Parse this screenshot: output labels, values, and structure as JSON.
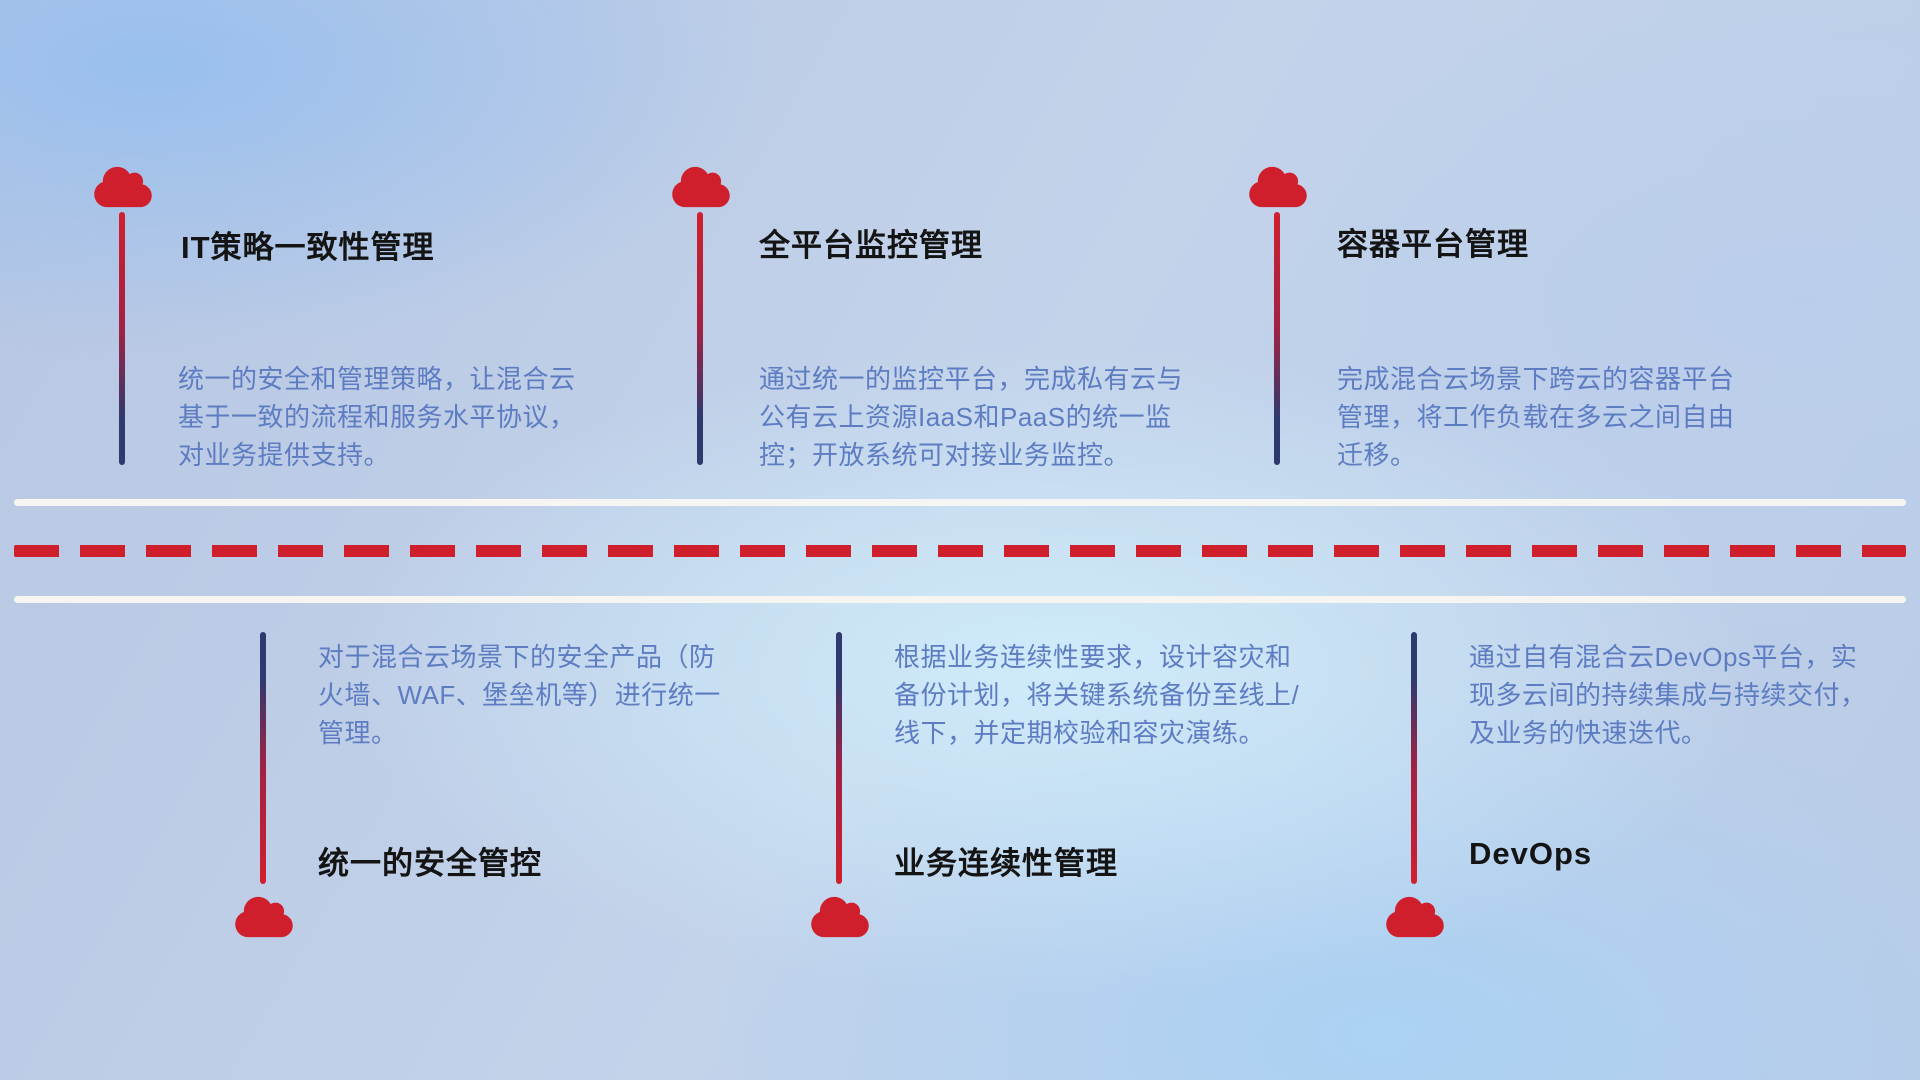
{
  "colors": {
    "accent_red": "#d01f2c",
    "accent_navy": "#2e3a6e",
    "title_color": "#141414",
    "description_color": "#5d7cc2",
    "road_line_color": "#f7f5f2"
  },
  "icons": {
    "cloud": "cloud-icon"
  },
  "top_items": [
    {
      "title": "IT策略一致性管理",
      "desc": "统一的安全和管理策略，让混合云基于一致的流程和服务水平协议，对业务提供支持。"
    },
    {
      "title": "全平台监控管理",
      "desc": "通过统一的监控平台，完成私有云与公有云上资源IaaS和PaaS的统一监控；开放系统可对接业务监控。"
    },
    {
      "title": "容器平台管理",
      "desc": "完成混合云场景下跨云的容器平台管理，将工作负载在多云之间自由迁移。"
    }
  ],
  "bottom_items": [
    {
      "title": "统一的安全管控",
      "desc": "对于混合云场景下的安全产品（防火墙、WAF、堡垒机等）进行统一管理。"
    },
    {
      "title": "业务连续性管理",
      "desc": "根据业务连续性要求，设计容灾和备份计划，将关键系统备份至线上/线下，并定期校验和容灾演练。"
    },
    {
      "title": "DevOps",
      "desc": "通过自有混合云DevOps平台，实现多云间的持续集成与持续交付，及业务的快速迭代。"
    }
  ]
}
